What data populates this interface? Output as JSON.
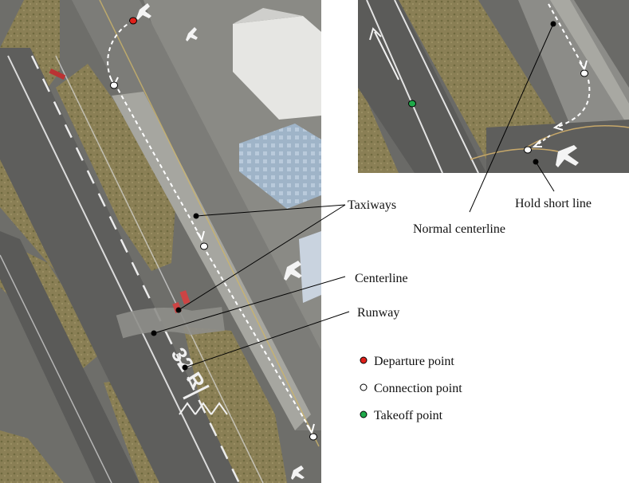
{
  "labels": {
    "taxiways": "Taxiways",
    "centerline": "Centerline",
    "runway": "Runway",
    "hold_short_line": "Hold short line",
    "normal_centerline": "Normal centerline",
    "runway_marking": "32 R"
  },
  "legend": [
    {
      "label": "Departure point",
      "color": "#e0201a"
    },
    {
      "label": "Connection point",
      "color": "#ffffff"
    },
    {
      "label": "Takeoff point",
      "color": "#1faa4a"
    }
  ],
  "colors": {
    "departure": "#e0201a",
    "connection": "#ffffff",
    "takeoff": "#1faa4a",
    "leader": "#000000"
  }
}
